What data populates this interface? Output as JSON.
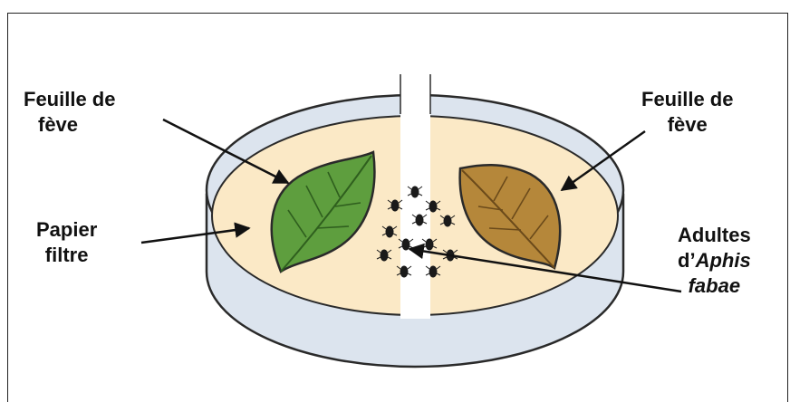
{
  "labels": {
    "left_leaf": [
      "Feuille de",
      "fève"
    ],
    "right_leaf": [
      "Feuille de",
      "fève"
    ],
    "filter_paper": [
      "Papier",
      "filtre"
    ],
    "aphids": [
      "Adultes",
      "d’",
      "Aphis",
      "fabae"
    ]
  },
  "colors": {
    "dish_rim": "#dce4ee",
    "dish_outline": "#2a2a2a",
    "filter_paper": "#fbe9c6",
    "center_strip": "#ffffff",
    "left_leaf": "#5e9e3e",
    "left_leaf_vein": "#2f5f1e",
    "right_leaf": "#b5873a",
    "right_leaf_vein": "#6b4a1a",
    "aphid": "#1a1a1a"
  }
}
